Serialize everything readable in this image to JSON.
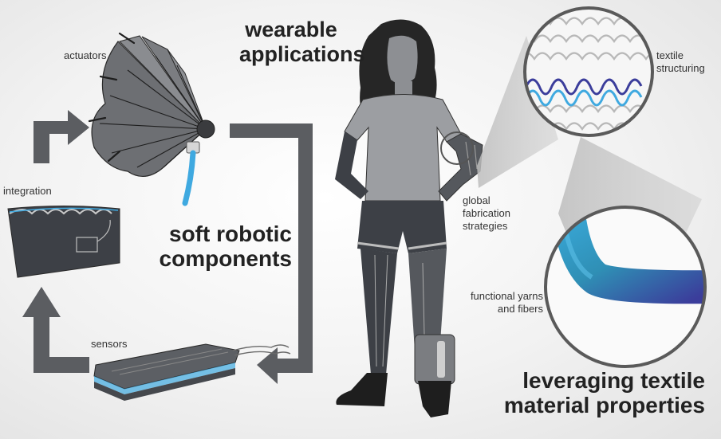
{
  "labels": {
    "actuators": "actuators",
    "integration": "integration",
    "sensors": "sensors",
    "textile_structuring": [
      "textile",
      "structuring"
    ],
    "global_fabrication": [
      "global",
      "fabrication",
      "strategies"
    ],
    "functional_yarns": [
      "functional yarns",
      "and fibers"
    ]
  },
  "headings": {
    "wearable": [
      "wearable",
      "applications"
    ],
    "soft_robotic": [
      "soft robotic",
      "components"
    ],
    "leveraging": [
      "leveraging textile",
      "material properties"
    ]
  },
  "colors": {
    "arrow": "#5b5d61",
    "fabric": "#3d4046",
    "accent_blue": "#3fa9e0",
    "yarn_start": "#39a9d9",
    "yarn_end": "#3b3d9b",
    "heading": "#222222"
  },
  "icons": [
    "cycle-arrow-icon",
    "actuator-fan-icon",
    "textile-patch-icon",
    "sensor-stack-icon",
    "figure-silhouette-icon",
    "knit-zoom-icon",
    "yarn-zoom-icon"
  ]
}
